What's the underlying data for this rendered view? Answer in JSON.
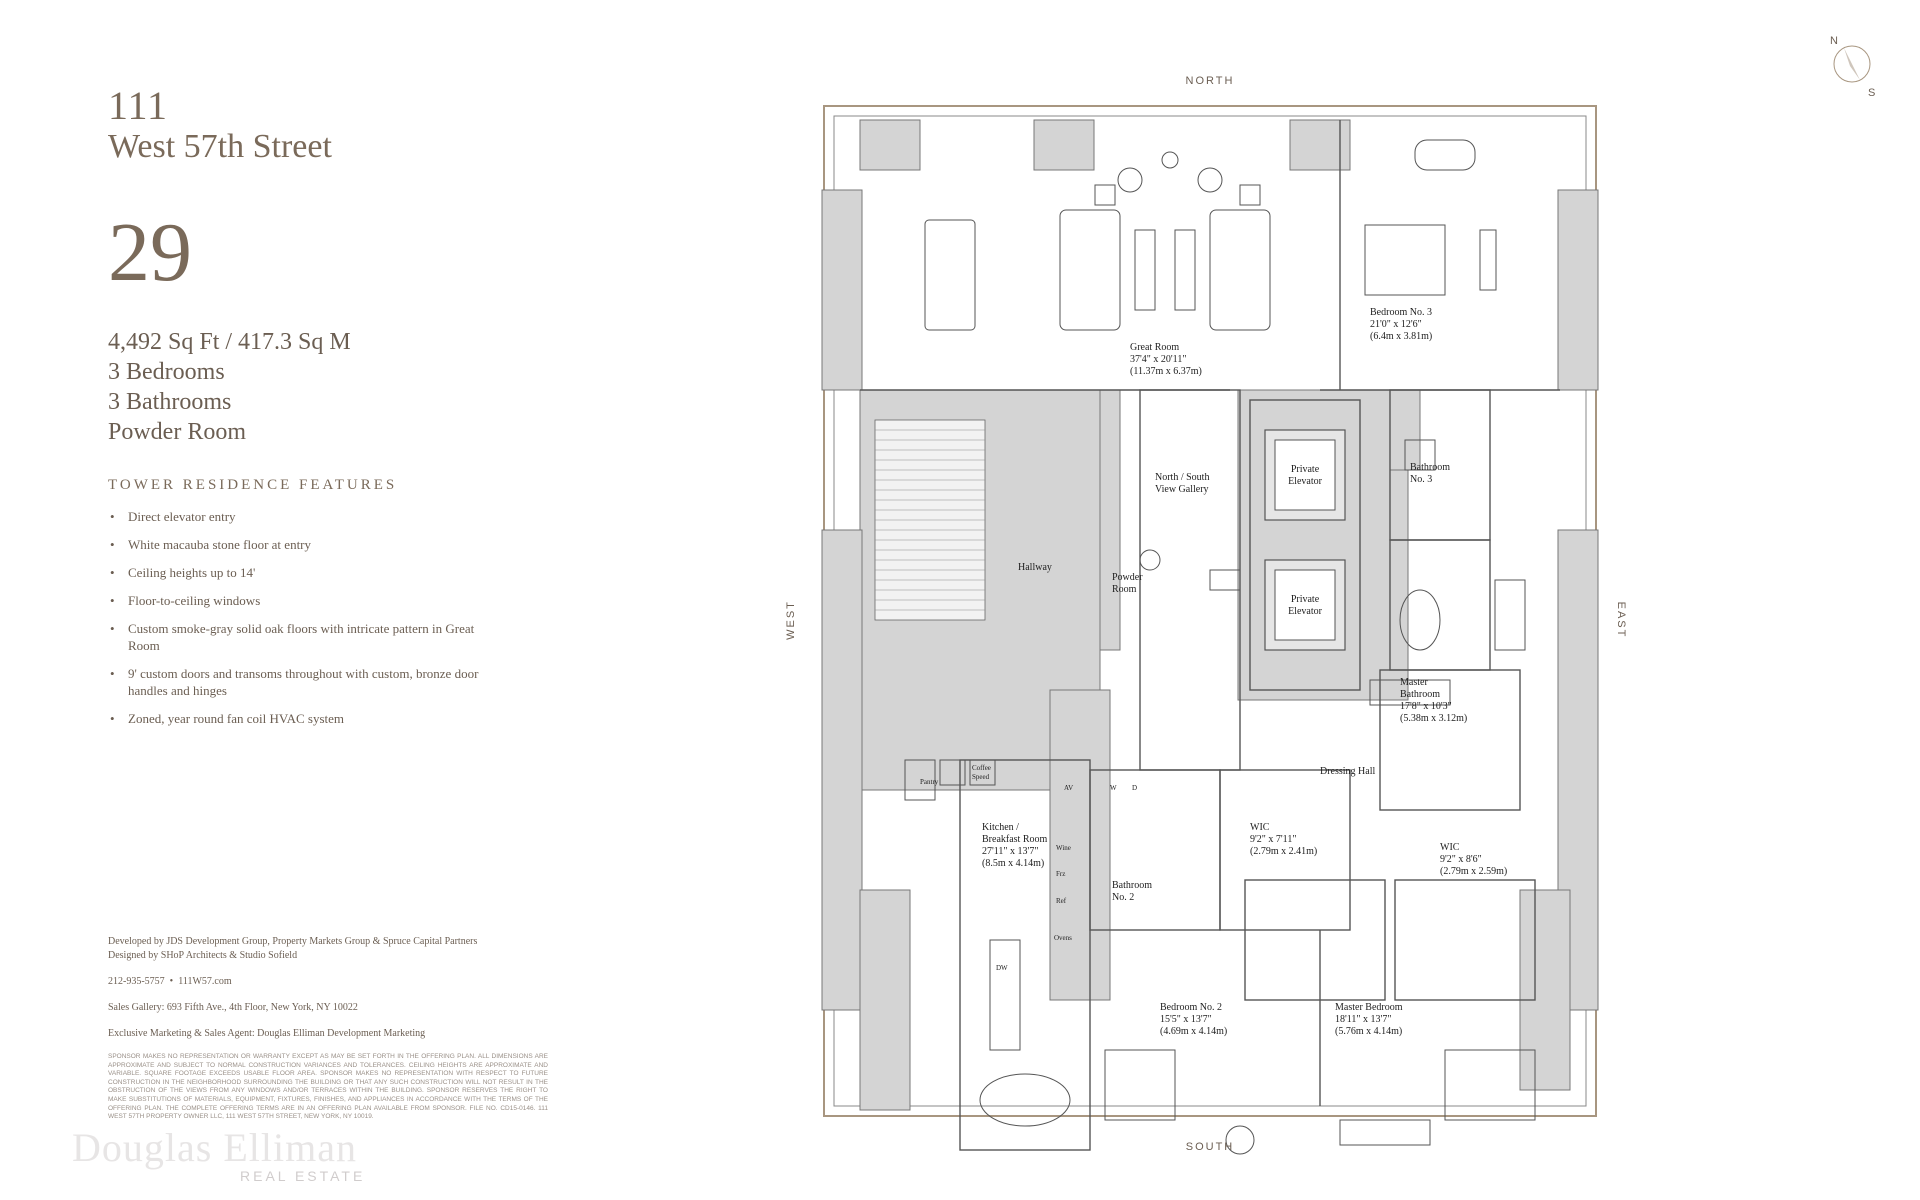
{
  "building": {
    "number": "111",
    "street": "West 57th Street"
  },
  "unit": {
    "floor": "29",
    "area": "4,492 Sq Ft / 417.3 Sq M",
    "bedrooms": "3 Bedrooms",
    "bathrooms": "3 Bathrooms",
    "powder": "Powder Room"
  },
  "features": {
    "heading": "TOWER RESIDENCE FEATURES",
    "items": [
      "Direct elevator entry",
      "White macauba stone floor at entry",
      "Ceiling heights up to 14'",
      "Floor-to-ceiling windows",
      "Custom smoke-gray solid oak floors with intricate pattern in Great Room",
      "9' custom doors and transoms throughout with custom, bronze door handles and hinges",
      "Zoned, year round fan coil HVAC system"
    ]
  },
  "credits": {
    "developer": "Developed by JDS Development Group, Property Markets Group & Spruce Capital Partners",
    "designer": "Designed by SHoP Architects & Studio Sofield",
    "phone": "212-935-5757",
    "website": "111W57.com",
    "gallery": "Sales Gallery: 693 Fifth Ave., 4th Floor, New York, NY 10022",
    "agent": "Exclusive Marketing & Sales Agent: Douglas Elliman Development Marketing",
    "disclaimer": "Sponsor makes no representation or warranty except as may be set forth in the offering plan. All dimensions are approximate and subject to normal construction variances and tolerances. Ceiling heights are approximate and variable. Square footage exceeds usable floor area. Sponsor makes no representation with respect to future construction in the neighborhood surrounding the building or that any such construction will not result in the obstruction of the views from any windows and/or terraces within the building. Sponsor reserves the right to make substitutions of materials, equipment, fixtures, finishes, and appliances in accordance with the terms of the offering plan. The complete offering terms are in an offering plan available from sponsor. File No. CD15-0146. 111 West 57th Property Owner LLC, 111 West 57th Street, New York, NY 10019."
  },
  "watermark": {
    "name": "Douglas Elliman",
    "sub": "REAL ESTATE"
  },
  "compass": {
    "n": "N",
    "s": "S"
  },
  "plan": {
    "directions": {
      "north": "NORTH",
      "south": "SOUTH",
      "east": "EAST",
      "west": "WEST"
    },
    "rooms": {
      "great_room": {
        "name": "Great Room",
        "dim_ft": "37'4\" x 20'11\"",
        "dim_m": "(11.37m x 6.37m)"
      },
      "bedroom3": {
        "name": "Bedroom No. 3",
        "dim_ft": "21'0\" x 12'6\"",
        "dim_m": "(6.4m x 3.81m)"
      },
      "bathroom3": {
        "line1": "Bathroom",
        "line2": "No. 3"
      },
      "gallery": {
        "line1": "North / South",
        "line2": "View Gallery"
      },
      "elevator1": {
        "line1": "Private",
        "line2": "Elevator"
      },
      "elevator2": {
        "line1": "Private",
        "line2": "Elevator"
      },
      "hallway": {
        "name": "Hallway"
      },
      "powder": {
        "line1": "Powder",
        "line2": "Room"
      },
      "master_bath": {
        "line1": "Master",
        "line2": "Bathroom",
        "dim_ft": "17'8\" x 10'3\"",
        "dim_m": "(5.38m x 3.12m)"
      },
      "dressing": {
        "name": "Dressing Hall"
      },
      "pantry": {
        "name": "Pantry"
      },
      "coffee": {
        "line1": "Coffee",
        "line2": "Speed"
      },
      "kitchen": {
        "line1": "Kitchen /",
        "line2": "Breakfast Room",
        "dim_ft": "27'11\" x 13'7\"",
        "dim_m": "(8.5m x 4.14m)"
      },
      "av": {
        "name": "AV"
      },
      "washer": {
        "name": "W"
      },
      "dryer": {
        "name": "D"
      },
      "wine": {
        "name": "Wine"
      },
      "frz": {
        "name": "Frz"
      },
      "ref": {
        "name": "Ref"
      },
      "ovens": {
        "name": "Ovens"
      },
      "dw": {
        "name": "DW"
      },
      "bathroom2": {
        "line1": "Bathroom",
        "line2": "No. 2"
      },
      "wic1": {
        "name": "WIC",
        "dim_ft": "9'2\" x 7'11\"",
        "dim_m": "(2.79m x 2.41m)"
      },
      "wic2": {
        "name": "WIC",
        "dim_ft": "9'2\" x 8'6\"",
        "dim_m": "(2.79m x 2.59m)"
      },
      "bedroom2": {
        "name": "Bedroom No. 2",
        "dim_ft": "15'5\" x 13'7\"",
        "dim_m": "(4.69m x 4.14m)"
      },
      "master_bed": {
        "name": "Master Bedroom",
        "dim_ft": "18'11\" x 13'7\"",
        "dim_m": "(5.76m x 4.14m)"
      }
    }
  },
  "colors": {
    "wall": "#d4d4d4",
    "line": "#555555",
    "frame": "#a89680",
    "text": "#6b5e52"
  }
}
